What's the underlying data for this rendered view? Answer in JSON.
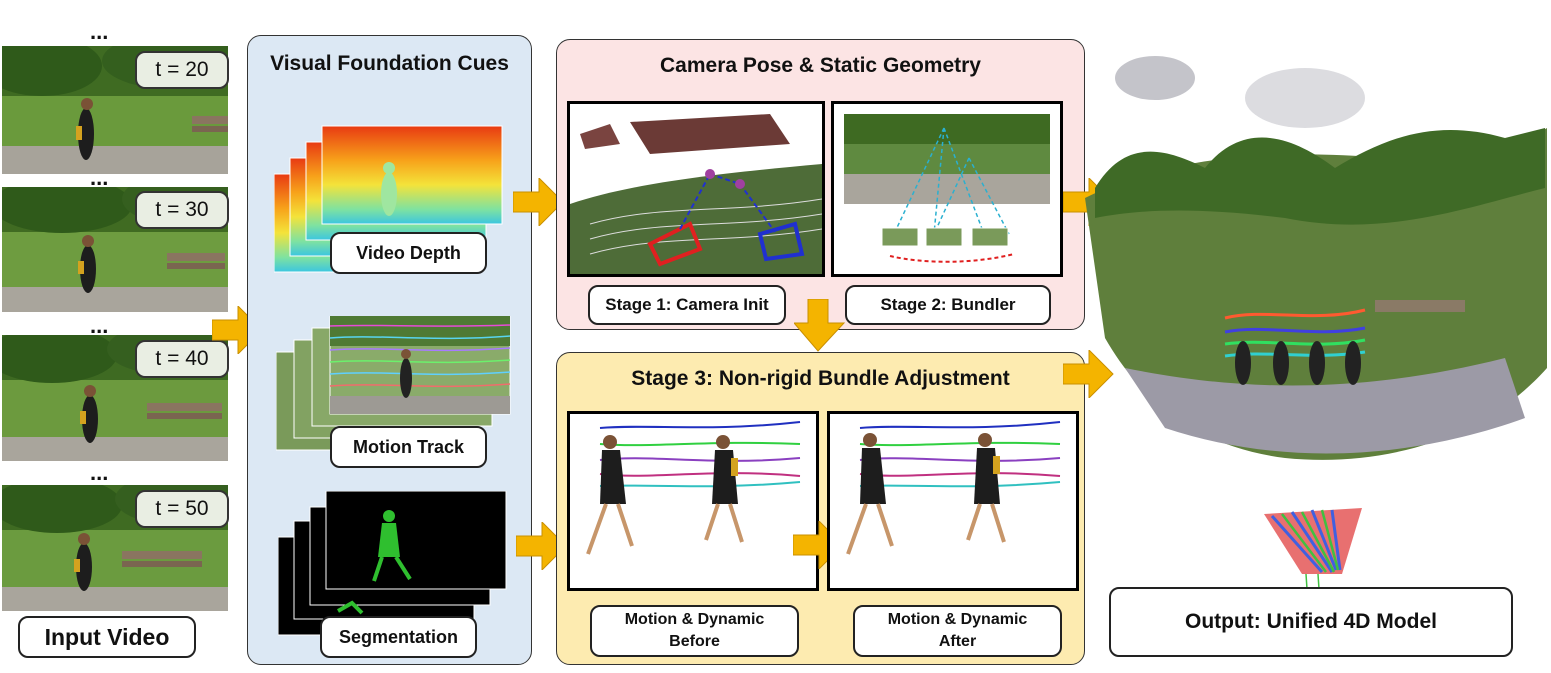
{
  "input": {
    "ellipsis": "...",
    "frames": [
      {
        "label": "t = 20"
      },
      {
        "label": "t = 30"
      },
      {
        "label": "t = 40"
      },
      {
        "label": "t = 50"
      }
    ],
    "caption": "Input Video"
  },
  "cues": {
    "title": "Visual Foundation Cues",
    "depth_label": "Video Depth",
    "track_label": "Motion Track",
    "seg_label": "Segmentation"
  },
  "camera": {
    "title": "Camera Pose & Static Geometry",
    "stage1": "Stage 1: Camera Init",
    "stage2": "Stage 2: Bundler"
  },
  "nonrigid": {
    "title": "Stage 3: Non-rigid Bundle Adjustment",
    "before_line1": "Motion & Dynamic",
    "before_line2": "Before",
    "after_line1": "Motion & Dynamic",
    "after_line2": "After"
  },
  "output": {
    "caption": "Output: Unified 4D Model"
  },
  "colors": {
    "arrow": "#f4b400",
    "cues_panel": "#dce8f4",
    "camera_panel": "#fce4e4",
    "nonrigid_panel": "#fdebb0",
    "tlabel_bg": "#e9eee3"
  }
}
